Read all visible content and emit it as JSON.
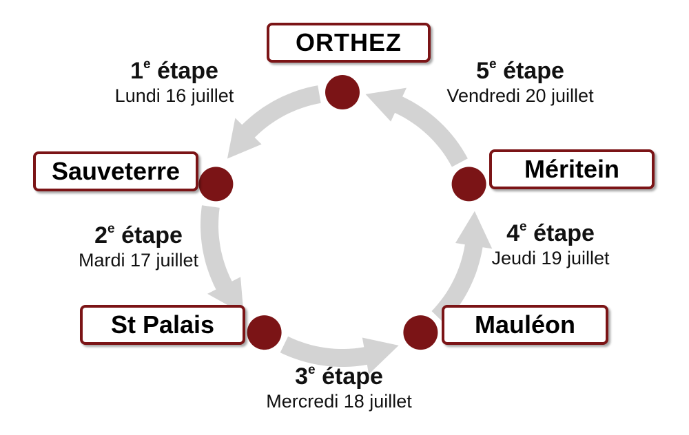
{
  "towns": {
    "orthez": "ORTHEZ",
    "sauveterre": "Sauveterre",
    "st_palais": "St Palais",
    "mauleon": "Mauléon",
    "meritein": "Méritein"
  },
  "stages": [
    {
      "number": "1",
      "suffix": "e",
      "word": "étape",
      "date": "Lundi 16 juillet"
    },
    {
      "number": "2",
      "suffix": "e",
      "word": "étape",
      "date": "Mardi 17 juillet"
    },
    {
      "number": "3",
      "suffix": "e",
      "word": "étape",
      "date": "Mercredi 18 juillet"
    },
    {
      "number": "4",
      "suffix": "e",
      "word": "étape",
      "date": "Jeudi 19 juillet"
    },
    {
      "number": "5",
      "suffix": "e",
      "word": "étape",
      "date": "Vendredi 20 juillet"
    }
  ],
  "colors": {
    "node": "#7b1416",
    "box_border": "#7b1416",
    "arrow": "#d3d3d3"
  }
}
